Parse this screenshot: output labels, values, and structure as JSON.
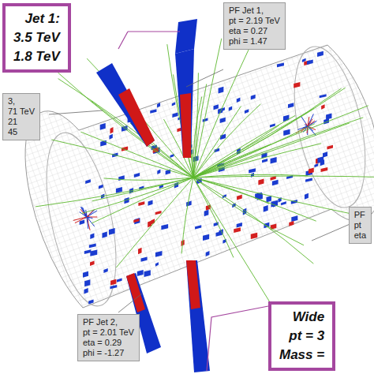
{
  "diagram": {
    "nodes": [
      {
        "text": [
          "Jet 1:",
          "3.5 TeV",
          "1.8 TeV"
        ]
      },
      {
        "text": [
          "PF Jet 1,",
          "pt = 2.19 TeV",
          "eta = 0.27",
          "phi = 1.47"
        ]
      },
      {
        "text": [
          "3,",
          "71 TeV",
          "21",
          "45"
        ]
      },
      {
        "text": [
          "PF",
          "pt",
          "eta"
        ]
      },
      {
        "text": [
          "PF Jet 2,",
          "pt = 2.01 TeV",
          "eta = 0.29",
          "phi = -1.27"
        ]
      },
      {
        "text": [
          "Wide",
          "pt = 3",
          "Mass ="
        ]
      }
    ]
  }
}
